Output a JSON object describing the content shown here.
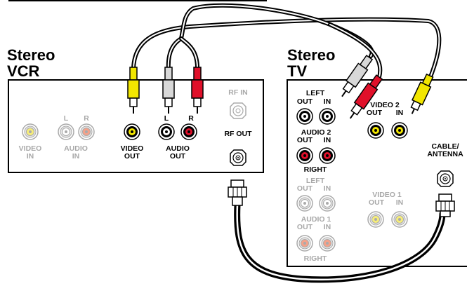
{
  "vcr": {
    "title_line1": "Stereo",
    "title_line2": "VCR",
    "labels": {
      "rf_in": "RF IN",
      "rf_out": "RF OUT",
      "audio_l": "L",
      "audio_r": "R",
      "video_in_1": "VIDEO",
      "video_in_2": "IN",
      "audio_in_1": "AUDIO",
      "audio_in_2": "IN",
      "video_out_1": "VIDEO",
      "video_out_2": "OUT",
      "audio_out_1": "AUDIO",
      "audio_out_2": "OUT",
      "plug_l": "L",
      "plug_r": "R"
    }
  },
  "tv": {
    "title_line1": "Stereo",
    "title_line2": "TV",
    "labels": {
      "left_top": "LEFT",
      "out_top": "OUT",
      "in_top": "IN",
      "video2_1": "VIDEO 2",
      "video2_out": "OUT",
      "video2_in": "IN",
      "audio2_1": "AUDIO 2",
      "audio2_out": "OUT",
      "audio2_in": "IN",
      "right_top": "RIGHT",
      "cable_1": "CABLE/",
      "cable_2": "ANTENNA",
      "left_bottom": "LEFT",
      "out_bottom": "OUT",
      "in_bottom": "IN",
      "video1_1": "VIDEO 1",
      "video1_out": "OUT",
      "video1_in": "IN",
      "audio1_1": "AUDIO 1",
      "audio1_out": "OUT",
      "audio1_in": "IN",
      "right_bottom": "RIGHT"
    }
  },
  "colors": {
    "yellow": "#f2e600",
    "white": "#d8d8d8",
    "red": "#e0102a",
    "grey_jack": "#b8b8b8",
    "cable": "#111111"
  }
}
